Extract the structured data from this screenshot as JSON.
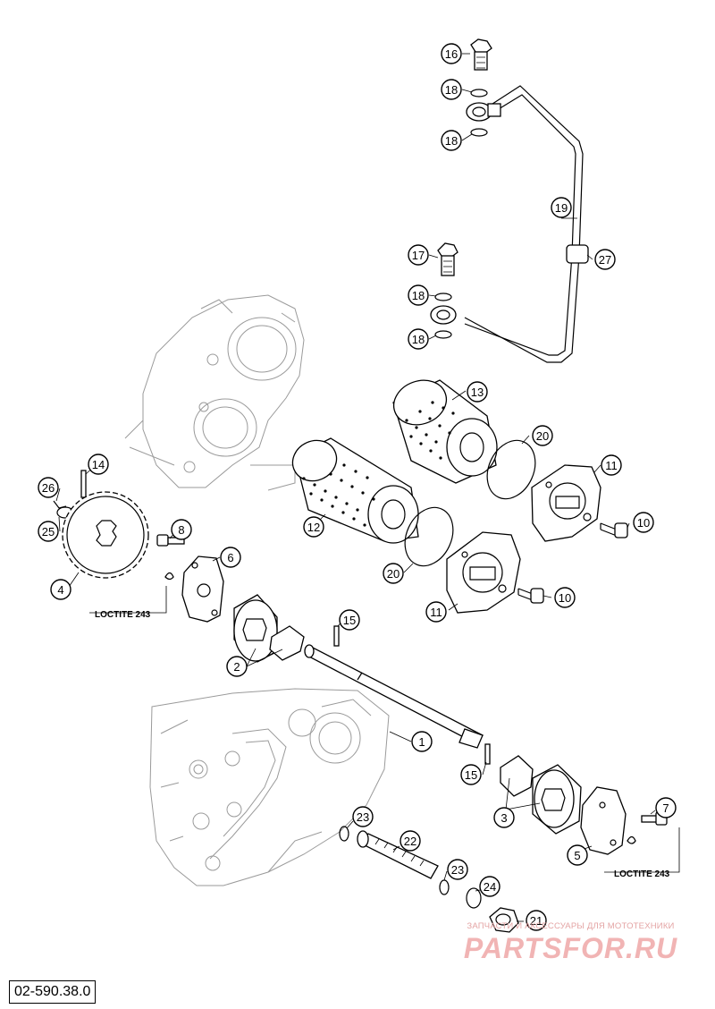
{
  "diagram": {
    "part_number": "02-590.38.0",
    "notes": [
      "LOCTITE 243",
      "LOCTITE 243"
    ],
    "callouts": [
      "16",
      "18",
      "18",
      "19",
      "27",
      "17",
      "18",
      "18",
      "13",
      "20",
      "11",
      "10",
      "14",
      "26",
      "25",
      "4",
      "8",
      "6",
      "12",
      "20",
      "11",
      "10",
      "15",
      "2",
      "1",
      "15",
      "3",
      "7",
      "5",
      "23",
      "22",
      "23",
      "24",
      "21"
    ]
  },
  "watermark": {
    "tagline": "ЗАПЧАСТИ И АКСЕССУАРЫ ДЛЯ МОТОТЕХНИКИ",
    "logo": "PARTSFOR.RU"
  }
}
